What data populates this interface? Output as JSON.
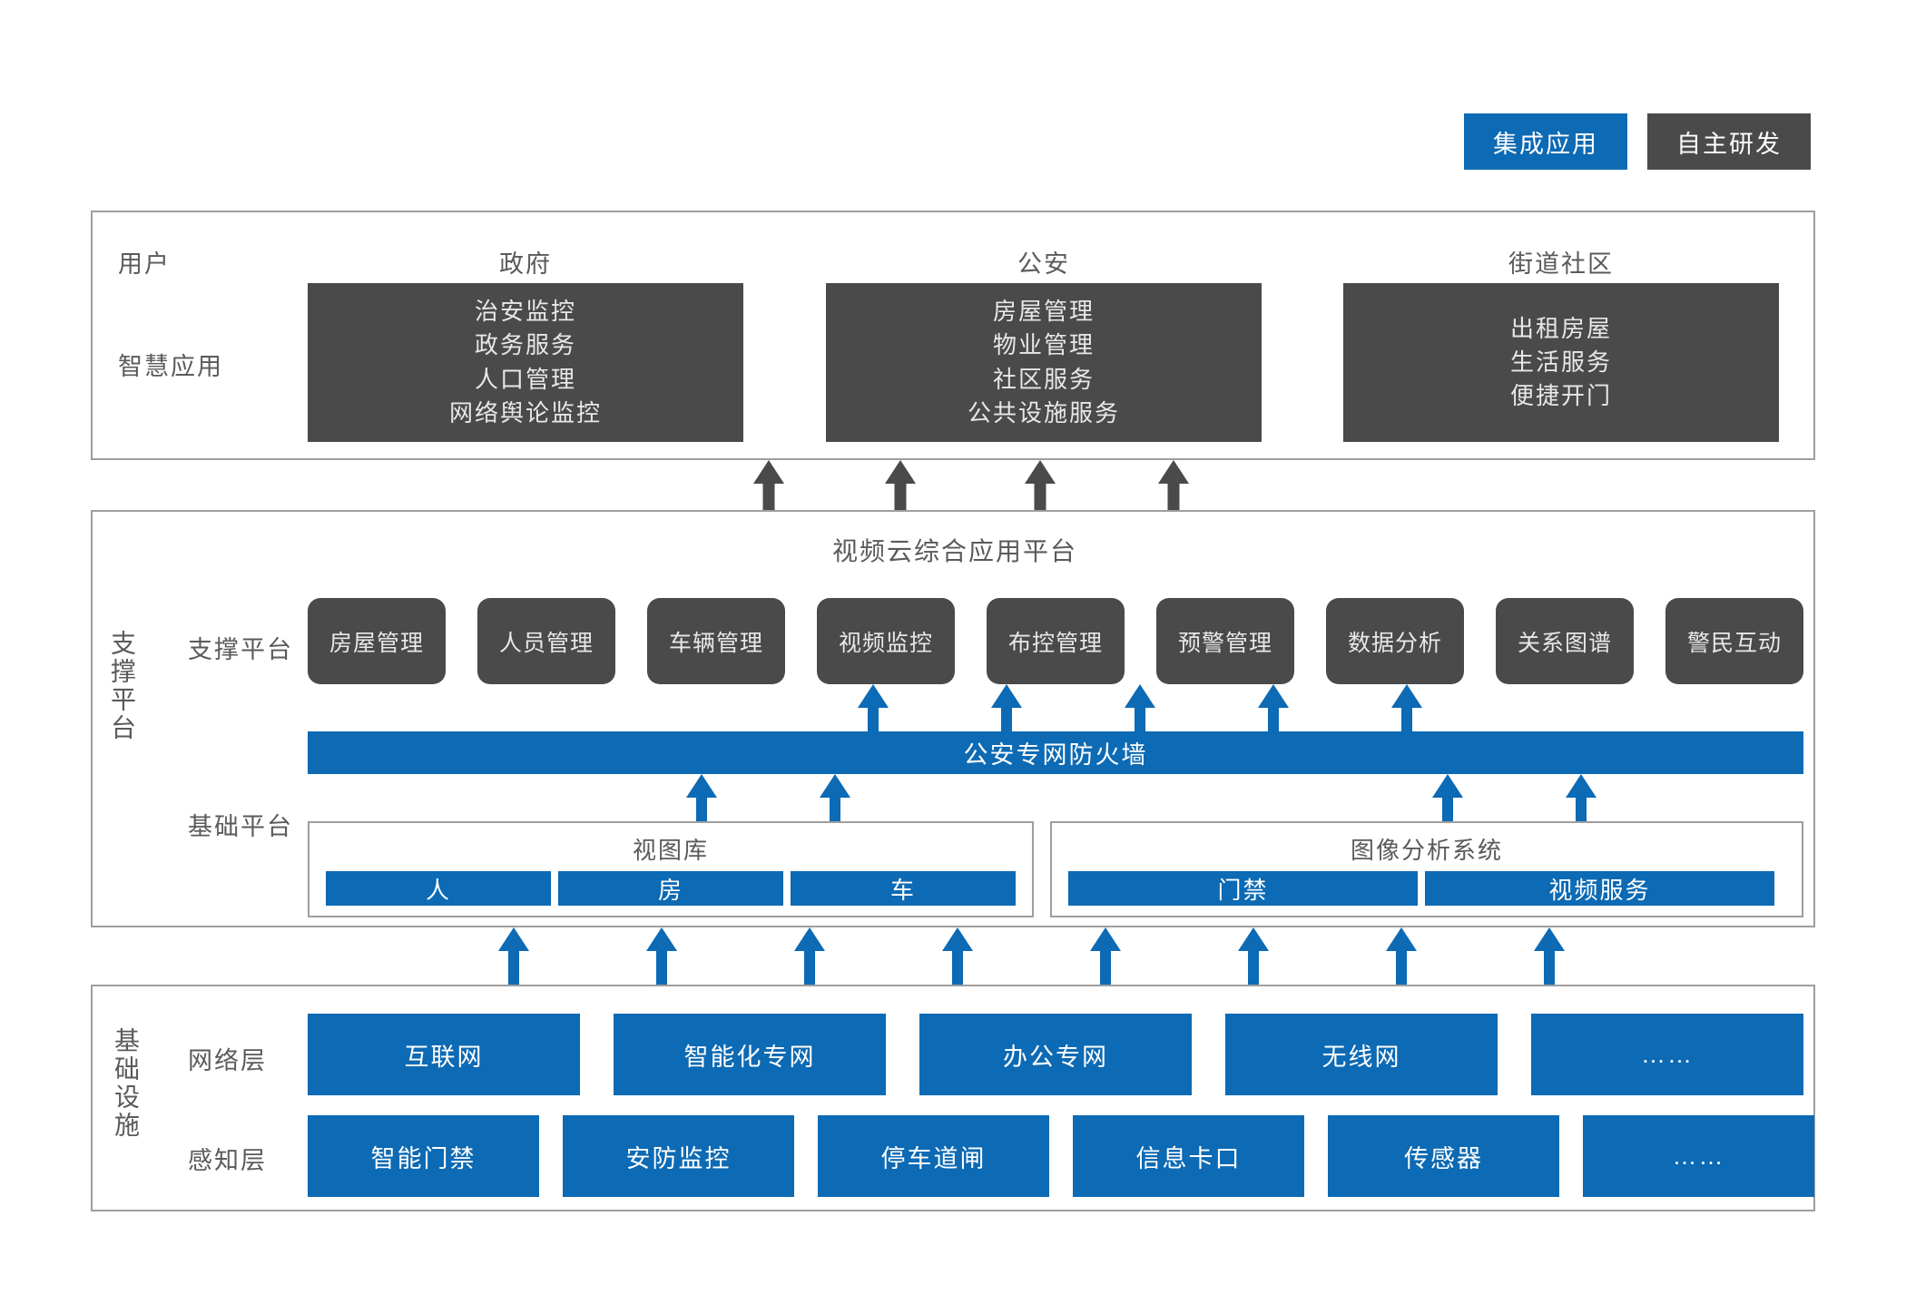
{
  "legend": {
    "items": [
      {
        "label": "集成应用",
        "color": "#0d6ab4",
        "kind": "integrated-application"
      },
      {
        "label": "自主研发",
        "color": "#4a4a4a",
        "kind": "self-developed"
      }
    ]
  },
  "applications_section": {
    "row_labels": {
      "users": "用户",
      "smart_apps": "智慧应用"
    },
    "columns": [
      {
        "head": "政府",
        "items": [
          "治安监控",
          "政务服务",
          "人口管理",
          "网络舆论监控"
        ]
      },
      {
        "head": "公安",
        "items": [
          "房屋管理",
          "物业管理",
          "社区服务",
          "公共设施服务"
        ]
      },
      {
        "head": "街道社区",
        "items": [
          "出租房屋",
          "生活服务",
          "便捷开门"
        ]
      }
    ]
  },
  "platform_section": {
    "vertical_label": "支撑平台",
    "title": "视频云综合应用平台",
    "support_row_label": "支撑平台",
    "base_row_label": "基础平台",
    "modules": [
      "房屋管理",
      "人员管理",
      "车辆管理",
      "视频监控",
      "布控管理",
      "预警管理",
      "数据分析",
      "关系图谱",
      "警民互动"
    ],
    "firewall": "公安专网防火墙",
    "base_groups": [
      {
        "title": "视图库",
        "items": [
          "人",
          "房",
          "车"
        ]
      },
      {
        "title": "图像分析系统",
        "items": [
          "门禁",
          "视频服务"
        ]
      }
    ]
  },
  "infrastructure_section": {
    "vertical_label": "基础设施",
    "rows": [
      {
        "label": "网络层",
        "items": [
          "互联网",
          "智能化专网",
          "办公专网",
          "无线网",
          "……"
        ]
      },
      {
        "label": "感知层",
        "items": [
          "智能门禁",
          "安防监控",
          "停车道闸",
          "信息卡口",
          "传感器",
          "……"
        ]
      }
    ]
  },
  "colors": {
    "blue": "#0d6ab4",
    "dark_gray": "#4a4a4a",
    "border_gray": "#9e9e9e",
    "text_gray": "#5a5a5a"
  }
}
